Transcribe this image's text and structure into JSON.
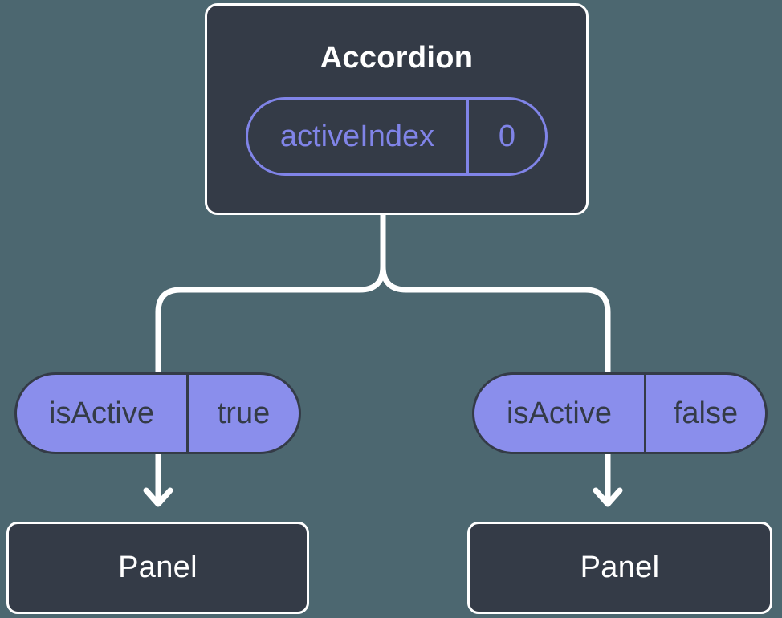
{
  "diagram": {
    "type": "component-tree",
    "accordion": {
      "title": "Accordion",
      "state": {
        "name": "activeIndex",
        "value": "0"
      }
    },
    "left_branch": {
      "prop": {
        "name": "isActive",
        "value": "true"
      },
      "panel": {
        "title": "Panel"
      }
    },
    "right_branch": {
      "prop": {
        "name": "isActive",
        "value": "false"
      },
      "panel": {
        "title": "Panel"
      }
    }
  },
  "colors": {
    "background": "#4c6770",
    "node_fill": "#343b47",
    "node_border": "#ffffff",
    "node_text": "#ffffff",
    "state_pill_accent": "#8084e8",
    "prop_pill_fill": "#8a8eec",
    "prop_pill_border": "#343b47",
    "prop_pill_text": "#343b47",
    "connector_line": "#ffffff"
  }
}
